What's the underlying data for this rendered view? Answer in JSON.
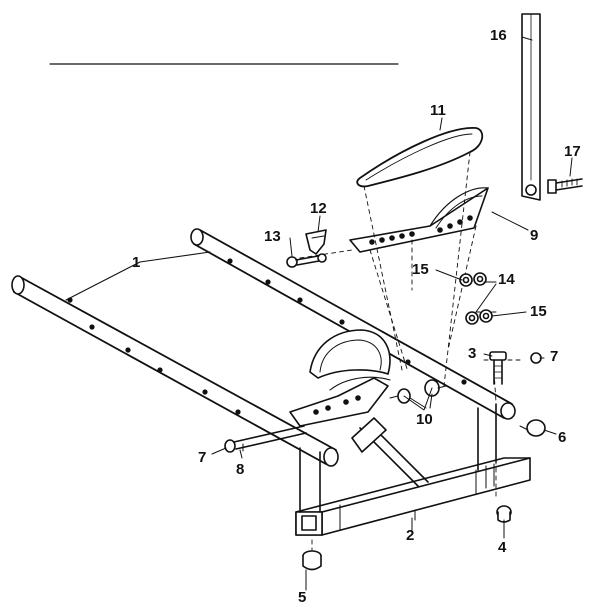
{
  "labels": {
    "p1": "1",
    "p2": "2",
    "p3": "3",
    "p4": "4",
    "p5": "5",
    "p6": "6",
    "p7a": "7",
    "p7b": "7",
    "p8": "8",
    "p9": "9",
    "p10": "10",
    "p11": "11",
    "p12": "12",
    "p13": "13",
    "p14": "14",
    "p15a": "15",
    "p15b": "15",
    "p16": "16",
    "p17": "17"
  },
  "colors": {
    "ink": "#111111",
    "paper": "#ffffff"
  }
}
